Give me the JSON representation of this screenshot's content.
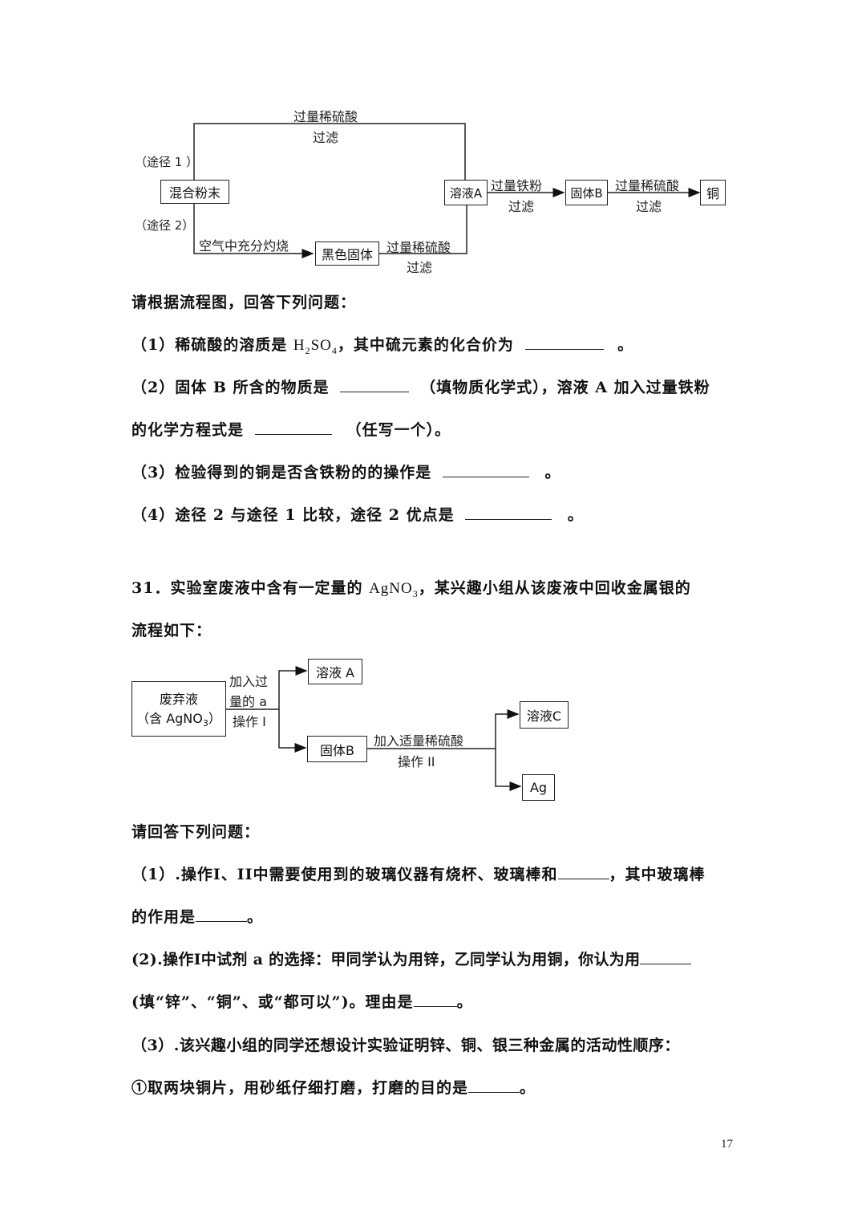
{
  "diagram1": {
    "route1_label": "（途径 1 ）",
    "route2_label": "（途径 2）",
    "top_reagent": "过量稀硫酸",
    "top_op": "过滤",
    "bottom_step1": "空气中充分灼烧",
    "bottom_reagent": "过量稀硫酸",
    "bottom_op": "过滤",
    "iron_reagent": "过量铁粉",
    "iron_op": "过滤",
    "acid_reagent": "过量稀硫酸",
    "acid_op": "过滤",
    "nodes": {
      "mix": "混合粉末",
      "black": "黑色固体",
      "solA": "溶液A",
      "solidB": "固体B",
      "copper": "铜"
    }
  },
  "q30": {
    "intro": "请根据流程图，回答下列问题：",
    "q1_pre": "（1）稀硫酸的溶质是 ",
    "q1_formula_h": "H",
    "q1_formula_sub1": "2",
    "q1_formula_so": "SO",
    "q1_formula_sub2": "4",
    "q1_post": "，其中硫元素的化合价为",
    "q1_end": "。",
    "q2_pre": "（2）固体 B 所含的物质是",
    "q2_mid": "（填物质化学式），溶液 A 加入过量铁粉",
    "q2_line2_pre": "的化学方程式是",
    "q2_line2_post": "（任写一个）。",
    "q3_pre": "（3）检验得到的铜是否含铁粉的的操作是",
    "q3_end": "。",
    "q4_pre": "（4）途径 2 与途径 1 比较，途径 2 优点是",
    "q4_end": "。"
  },
  "q31": {
    "line1_pre": "31．实验室废液中含有一定量的 ",
    "line1_formula_ag": "AgNO",
    "line1_formula_sub": "3",
    "line1_post": "，某兴趣小组从该废液中回收金属银的",
    "line2": "流程如下：",
    "diagram": {
      "waste_line1": "废弃液",
      "waste_line2_pre": "（含 AgNO",
      "waste_line2_sub": "3",
      "waste_line2_post": "）",
      "step1_line1": "加入过",
      "step1_line2": "量的 a",
      "step1_line3": "操作 I",
      "solA": "溶液 A",
      "solidB": "固体B",
      "step2_reagent": "加入适量稀硫酸",
      "step2_op": "操作 II",
      "solC": "溶液C",
      "ag": "Ag"
    },
    "intro": "请回答下列问题：",
    "q1_line1_pre": "（1）.操作I、II中需要使用到的玻璃仪器有烧杯、玻璃棒和",
    "q1_line1_post": "，其中玻璃棒",
    "q1_line2_pre": "的作用是",
    "q1_line2_end": "。",
    "q2_line1_pre": "(2).操作I中试剂 a 的选择：甲同学认为用锌，乙同学认为用铜，你认为用",
    "q2_line2_pre": "(填“锌”、“铜”、或“都可以”)。理由是",
    "q2_line2_end": "。",
    "q3_line1": "（3）.该兴趣小组的同学还想设计实验证明锌、铜、银三种金属的活动性顺序：",
    "q3_line2_pre": "①取两块铜片，用砂纸仔细打磨，打磨的目的是",
    "q3_line2_end": "。"
  },
  "footer": {
    "page_number": "17"
  }
}
